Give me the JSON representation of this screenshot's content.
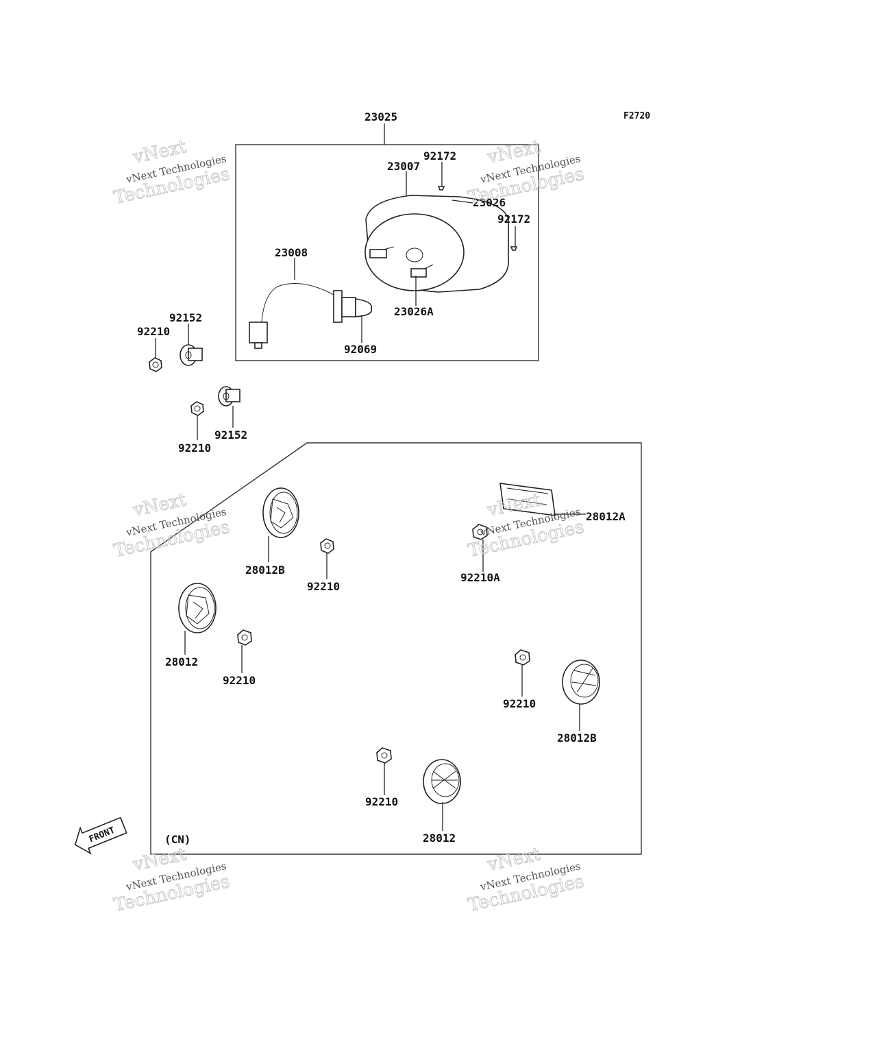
{
  "diagram_code": "F2720",
  "labels": {
    "p23025": "23025",
    "p23007": "23007",
    "p92172_top": "92172",
    "p23026": "23026",
    "p92172_right": "92172",
    "p23008": "23008",
    "p23026A": "23026A",
    "p92069": "92069",
    "p92152_a": "92152",
    "p92210_a": "92210",
    "p92152_b": "92152",
    "p92210_b": "92210",
    "p28012A": "28012A",
    "p28012B_a": "28012B",
    "p92210_c": "92210",
    "p92210A": "92210A",
    "p28012_a": "28012",
    "p92210_d": "92210",
    "p92210_e": "92210",
    "p28012B_b": "28012B",
    "p92210_f": "92210",
    "p28012_b": "28012",
    "cn_note": "(CN)",
    "front_arrow": "FRONT"
  },
  "watermark": {
    "line1": "vNext",
    "line2": "vNext Technologies",
    "line3": "Technologies"
  },
  "icons": [
    "front-arrow-icon",
    "headlight-assembly-icon",
    "bulb-socket-icon",
    "reflector-icon",
    "nut-icon",
    "collar-icon",
    "screw-icon"
  ]
}
